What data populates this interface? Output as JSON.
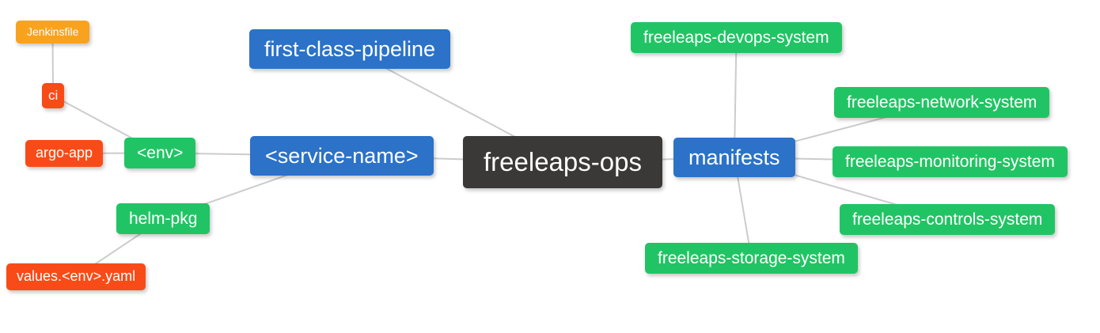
{
  "diagram": {
    "type": "mindmap",
    "root_label": "freeleaps-ops"
  },
  "palette": {
    "blue": "#2b72c8",
    "green": "#21c464",
    "red": "#f94b17",
    "orange": "#f9a21e",
    "dark": "#3b3938",
    "edge": "#cccccc",
    "node_text": "#ffffff",
    "background": "#ffffff"
  },
  "nodes": {
    "freeleaps_ops": {
      "label": "freeleaps-ops",
      "color": "dark",
      "depth": 0
    },
    "first_class_pipeline": {
      "label": "first-class-pipeline",
      "color": "blue",
      "depth": 1
    },
    "service_name": {
      "label": "<service-name>",
      "color": "blue",
      "depth": 1
    },
    "manifests": {
      "label": "manifests",
      "color": "blue",
      "depth": 1
    },
    "env": {
      "label": "<env>",
      "color": "green",
      "depth": 2
    },
    "helm_pkg": {
      "label": "helm-pkg",
      "color": "green",
      "depth": 2
    },
    "ci": {
      "label": "ci",
      "color": "red",
      "depth": 3
    },
    "argo_app": {
      "label": "argo-app",
      "color": "red",
      "depth": 3
    },
    "values_env_yaml": {
      "label": "values.<env>.yaml",
      "color": "red",
      "depth": 3
    },
    "jenkinsfile": {
      "label": "Jenkinsfile",
      "color": "orange",
      "depth": 4
    },
    "devops_system": {
      "label": "freeleaps-devops-system",
      "color": "green",
      "depth": 2
    },
    "network_system": {
      "label": "freeleaps-network-system",
      "color": "green",
      "depth": 2
    },
    "monitoring_system": {
      "label": "freeleaps-monitoring-system",
      "color": "green",
      "depth": 2
    },
    "controls_system": {
      "label": "freeleaps-controls-system",
      "color": "green",
      "depth": 2
    },
    "storage_system": {
      "label": "freeleaps-storage-system",
      "color": "green",
      "depth": 2
    }
  },
  "edges": [
    [
      "jenkinsfile",
      "ci"
    ],
    [
      "ci",
      "env"
    ],
    [
      "argo_app",
      "env"
    ],
    [
      "env",
      "service_name"
    ],
    [
      "helm_pkg",
      "service_name"
    ],
    [
      "values_env_yaml",
      "helm_pkg"
    ],
    [
      "first_class_pipeline",
      "freeleaps_ops"
    ],
    [
      "service_name",
      "freeleaps_ops"
    ],
    [
      "freeleaps_ops",
      "manifests"
    ],
    [
      "manifests",
      "devops_system"
    ],
    [
      "manifests",
      "network_system"
    ],
    [
      "manifests",
      "monitoring_system"
    ],
    [
      "manifests",
      "controls_system"
    ],
    [
      "manifests",
      "storage_system"
    ]
  ]
}
